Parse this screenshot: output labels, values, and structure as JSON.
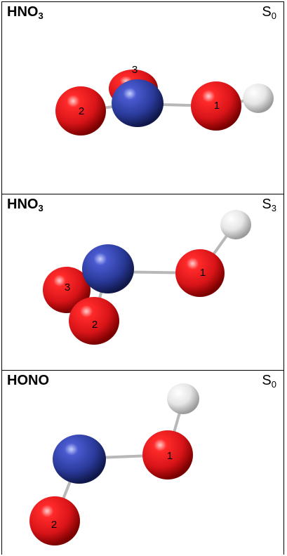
{
  "panels": [
    {
      "molecule_main": "HNO",
      "molecule_sub": "3",
      "state_main": "S",
      "state_sub": "0",
      "atoms": [
        {
          "element": "O",
          "label": "1"
        },
        {
          "element": "O",
          "label": "2"
        },
        {
          "element": "O",
          "label": "3"
        },
        {
          "element": "N",
          "label": ""
        },
        {
          "element": "H",
          "label": ""
        }
      ]
    },
    {
      "molecule_main": "HNO",
      "molecule_sub": "3",
      "state_main": "S",
      "state_sub": "3",
      "atoms": [
        {
          "element": "O",
          "label": "1"
        },
        {
          "element": "O",
          "label": "2"
        },
        {
          "element": "O",
          "label": "3"
        },
        {
          "element": "N",
          "label": ""
        },
        {
          "element": "H",
          "label": ""
        }
      ]
    },
    {
      "molecule_main": "HONO",
      "molecule_sub": "",
      "state_main": "S",
      "state_sub": "0",
      "atoms": [
        {
          "element": "O",
          "label": "1"
        },
        {
          "element": "O",
          "label": "2"
        },
        {
          "element": "N",
          "label": ""
        },
        {
          "element": "H",
          "label": ""
        }
      ]
    }
  ],
  "colors": {
    "oxygen": "#d81418",
    "nitrogen": "#2a3a9a",
    "hydrogen": "#e6e6e6",
    "bond": "#b8b8b8"
  }
}
